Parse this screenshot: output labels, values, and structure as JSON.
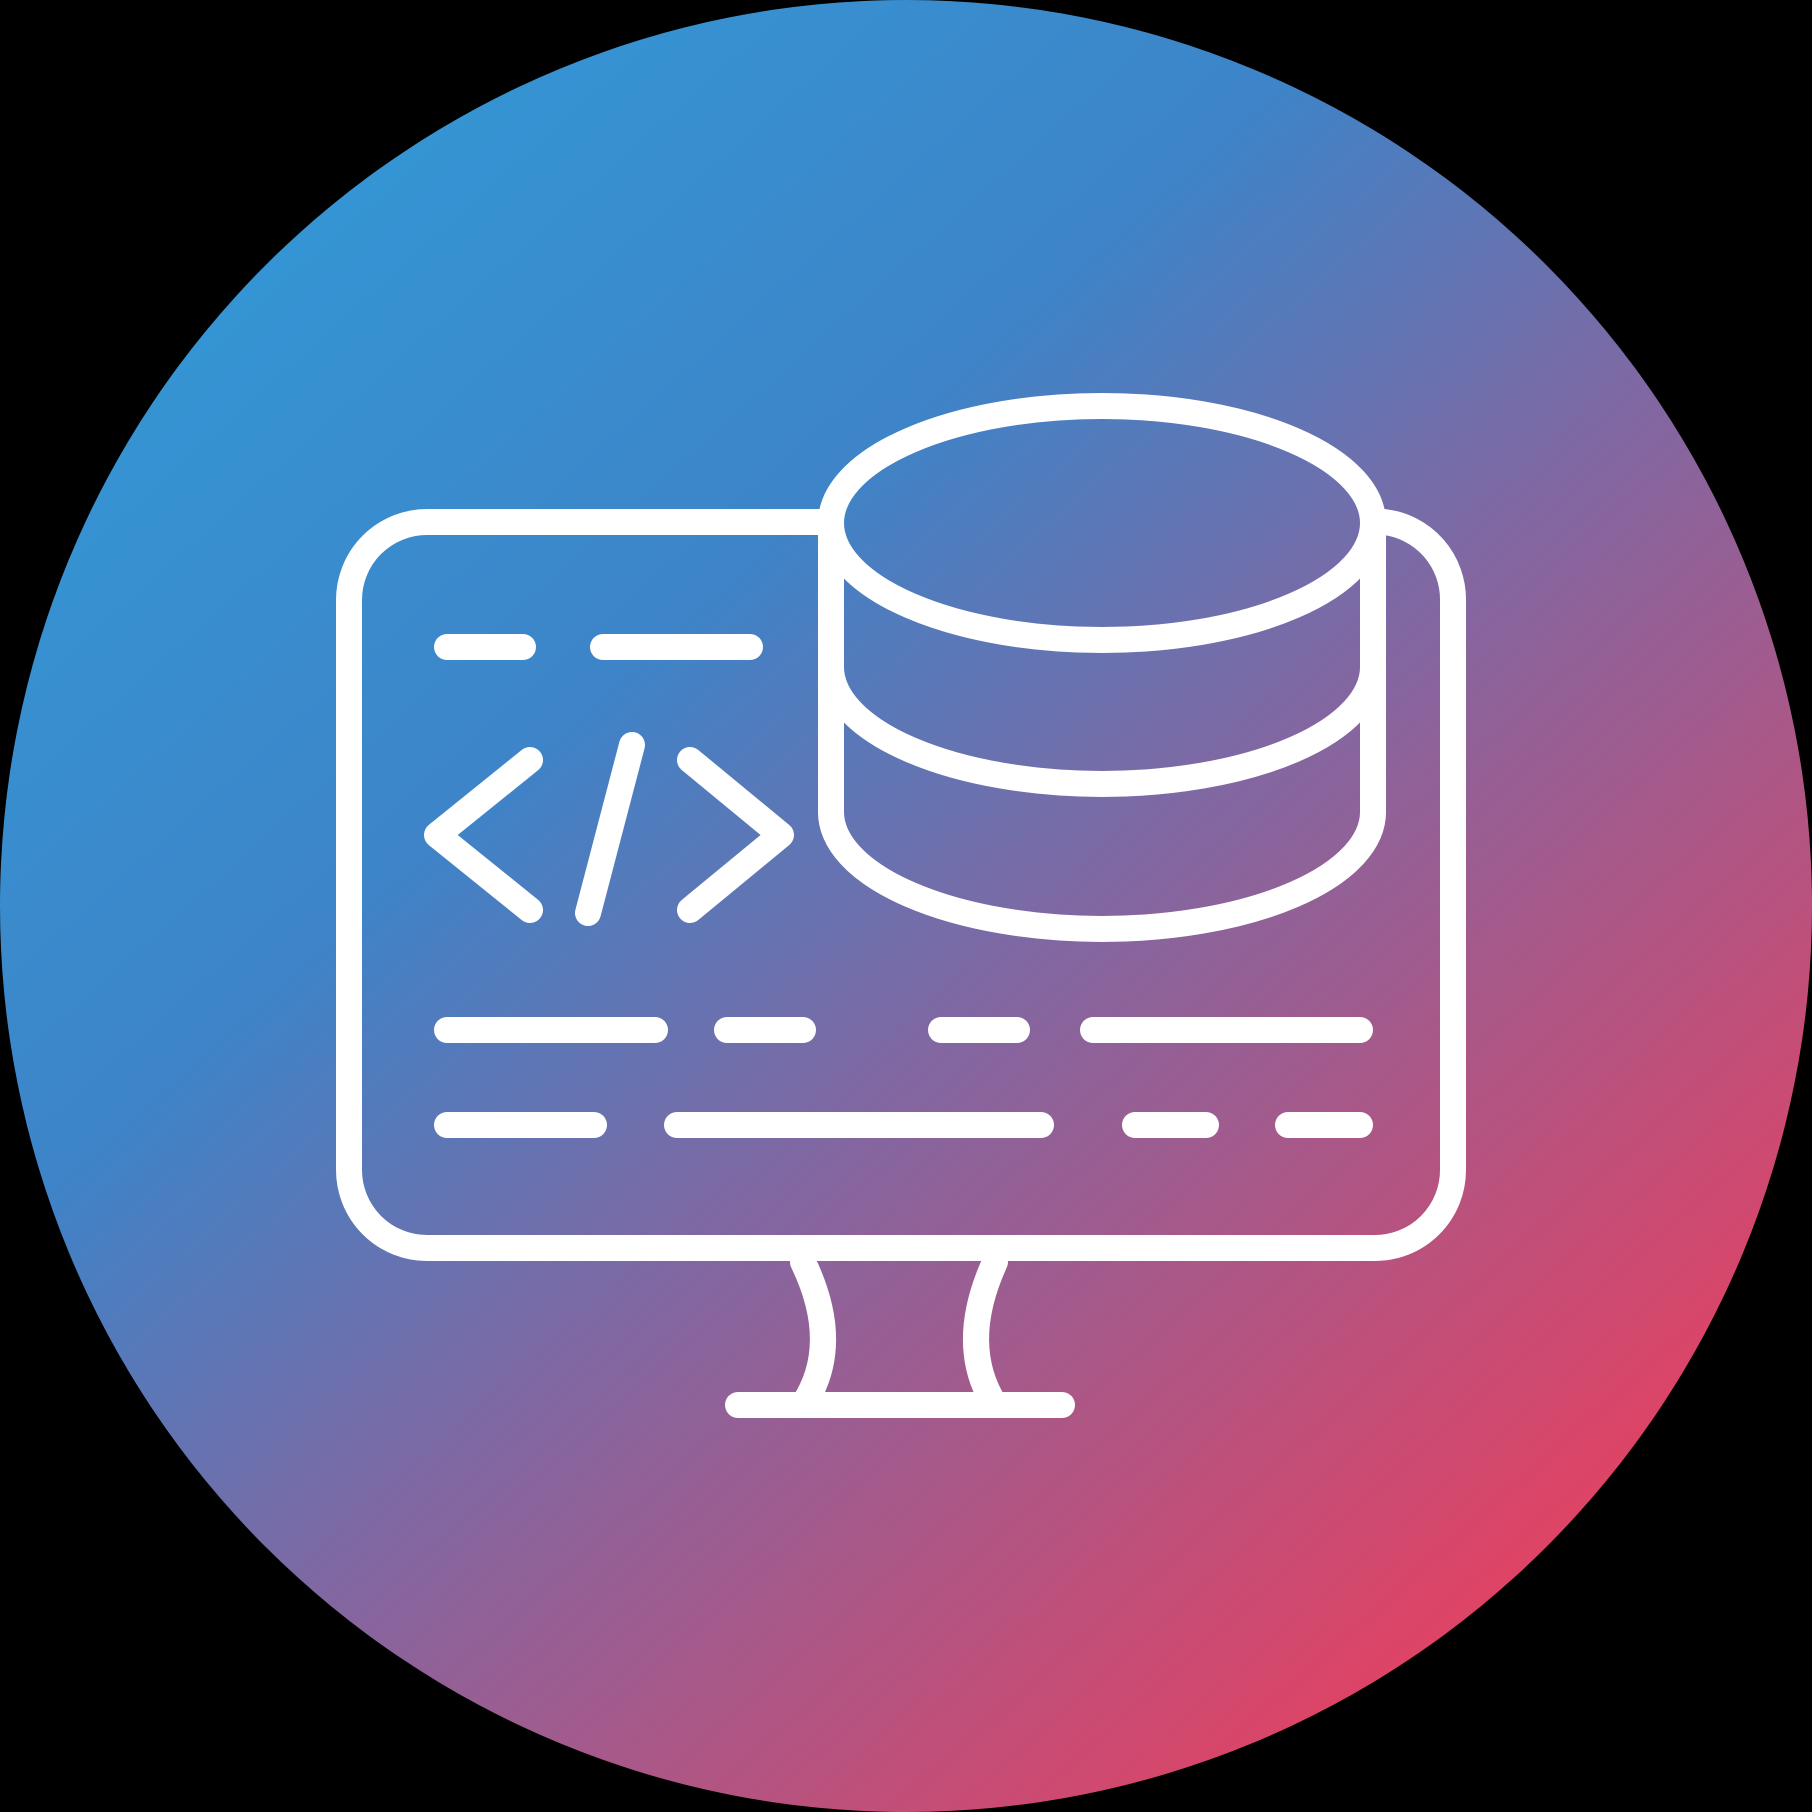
{
  "icon": {
    "name": "database-code-monitor-icon",
    "background": "#000000",
    "gradient_start": "#3594D3",
    "gradient_mid": "#8466A0",
    "gradient_end": "#EA3F5E",
    "stroke_color": "#FFFFFF",
    "parts": [
      "circle-badge",
      "monitor-screen",
      "database-cylinder",
      "code-brackets-icon",
      "code-text-lines",
      "monitor-stand"
    ]
  }
}
